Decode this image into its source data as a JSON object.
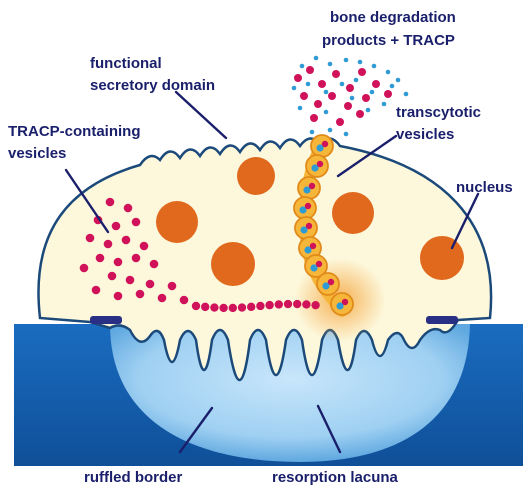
{
  "labels": {
    "bone_products_line1": "bone degradation",
    "bone_products_line2": "products + TRACP",
    "secretory_line1": "functional",
    "secretory_line2": "secretory domain",
    "tracp_line1": "TRACP-containing",
    "tracp_line2": "vesicles",
    "transcytotic_line1": "transcytotic",
    "transcytotic_line2": "vesicles",
    "nucleus": "nucleus",
    "ruffled_border": "ruffled border",
    "resorption_lacuna": "resorption lacuna"
  },
  "colors": {
    "bone": "#1660b4",
    "lacuna": "#9fd0f2",
    "cytoplasm": "#fdf8dc",
    "membrane": "#1b4a7a",
    "nucleus": "#e0691d",
    "tracp_dot": "#d0125a",
    "product_dot": "#2f9bd4",
    "vesicle_fill": "#f6b63a",
    "vesicle_ring": "#e08a1a",
    "sealing_zone": "#2a2f86",
    "label_text": "#1a1f6b"
  }
}
